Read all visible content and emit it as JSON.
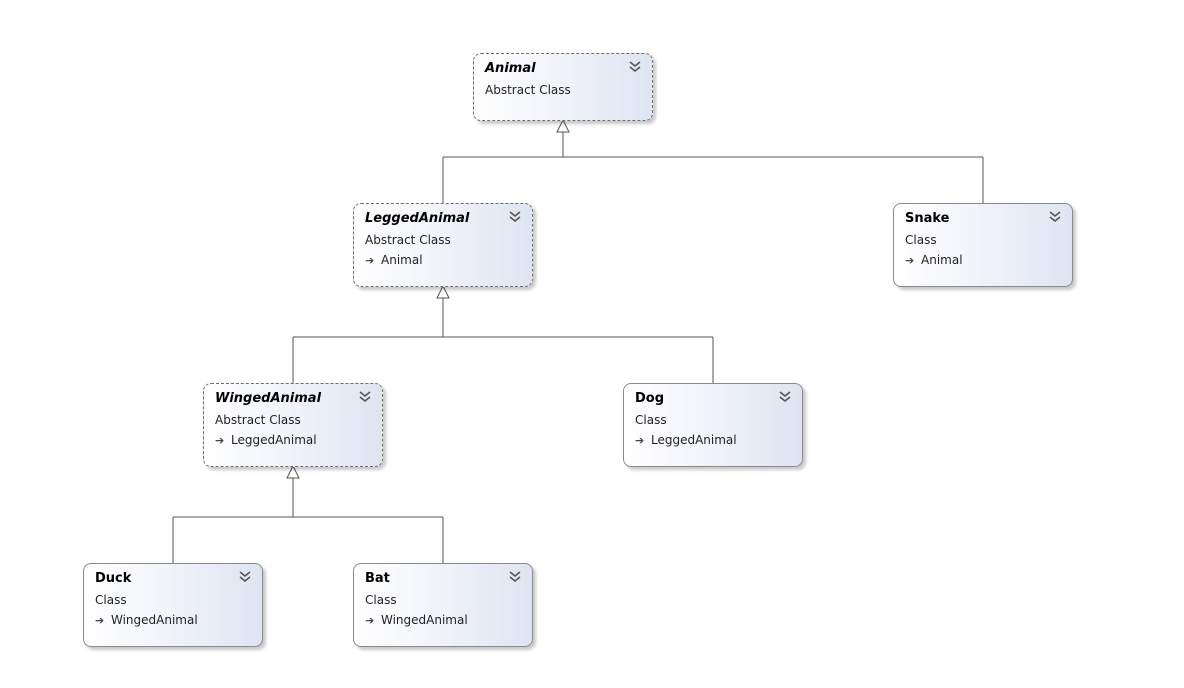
{
  "colors": {
    "line": "#555555",
    "arrow_fill": "#ffffff",
    "shape_gradient_end": "#dfe4f2"
  },
  "icons": {
    "expand": "double-chevron-down-icon",
    "inheritance": "inheritance-arrow-icon"
  },
  "classes": {
    "animal": {
      "name": "Animal",
      "kind": "Abstract Class"
    },
    "legged_animal": {
      "name": "LeggedAnimal",
      "kind": "Abstract Class",
      "base": "Animal"
    },
    "snake": {
      "name": "Snake",
      "kind": "Class",
      "base": "Animal"
    },
    "winged_animal": {
      "name": "WingedAnimal",
      "kind": "Abstract Class",
      "base": "LeggedAnimal"
    },
    "dog": {
      "name": "Dog",
      "kind": "Class",
      "base": "LeggedAnimal"
    },
    "duck": {
      "name": "Duck",
      "kind": "Class",
      "base": "WingedAnimal"
    },
    "bat": {
      "name": "Bat",
      "kind": "Class",
      "base": "WingedAnimal"
    }
  }
}
